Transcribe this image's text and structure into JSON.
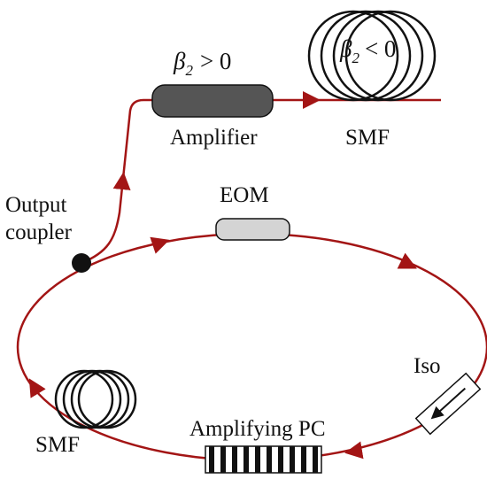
{
  "labels": {
    "beta_pos_symbol": "β",
    "beta_pos_sub": "2",
    "beta_pos_rel": "> 0",
    "beta_neg_symbol": "β",
    "beta_neg_sub": "2",
    "beta_neg_rel": "< 0",
    "amplifier": "Amplifier",
    "smf_top": "SMF",
    "output_line1": "Output",
    "output_line2": "coupler",
    "eom": "EOM",
    "iso": "Iso",
    "amplifying_pc": "Amplifying PC",
    "smf_bottom": "SMF"
  },
  "colors": {
    "fiber": "#a31515",
    "amplifier_fill": "#555555",
    "eom_fill": "#d4d4d4",
    "coupler": "#111111",
    "coil": "#111111"
  }
}
